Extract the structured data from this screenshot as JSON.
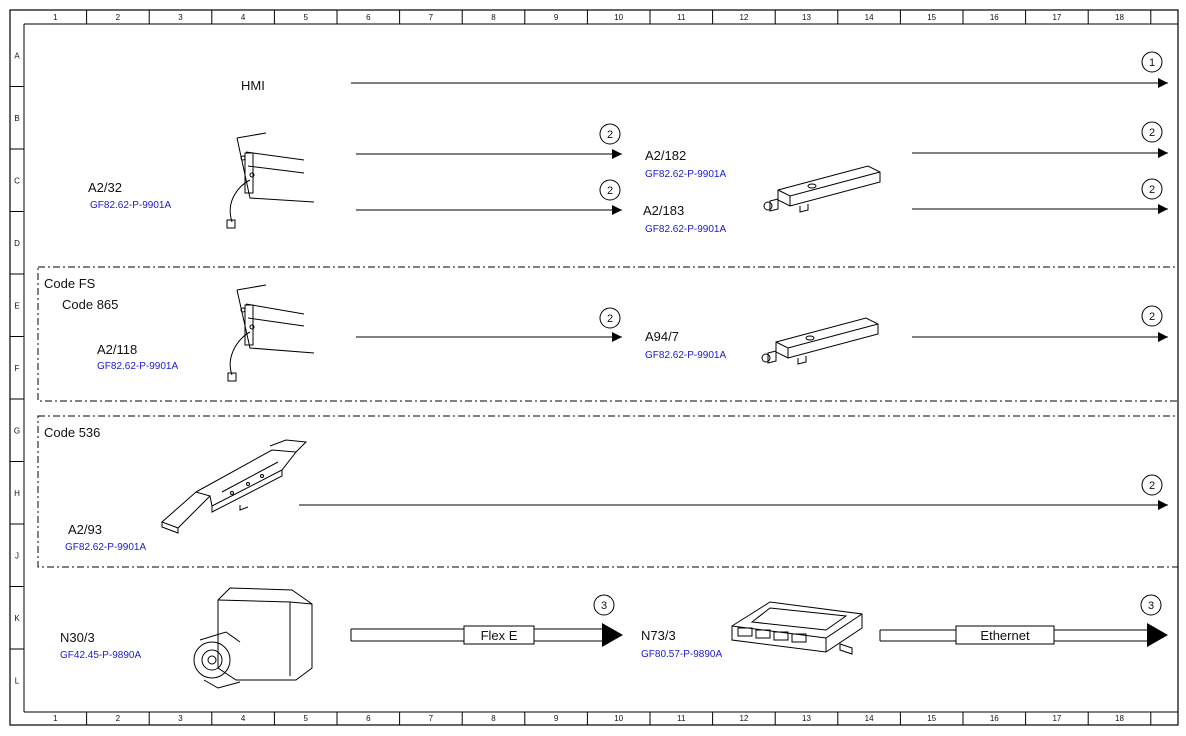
{
  "grid": {
    "columns": [
      "1",
      "2",
      "3",
      "4",
      "5",
      "6",
      "7",
      "8",
      "9",
      "10",
      "11",
      "12",
      "13",
      "14",
      "15",
      "16",
      "17",
      "18"
    ],
    "rows": [
      "A",
      "B",
      "C",
      "D",
      "E",
      "F",
      "G",
      "H",
      "J",
      "K",
      "L"
    ]
  },
  "labels": {
    "hmi": "HMI",
    "code_fs": "Code FS",
    "code_865": "Code 865",
    "code_536": "Code 536"
  },
  "components": {
    "a2_32": {
      "id": "A2/32",
      "ref": "GF82.62-P-9901A"
    },
    "a2_182": {
      "id": "A2/182",
      "ref": "GF82.62-P-9901A"
    },
    "a2_183": {
      "id": "A2/183",
      "ref": "GF82.62-P-9901A"
    },
    "a2_118": {
      "id": "A2/118",
      "ref": "GF82.62-P-9901A"
    },
    "a94_7": {
      "id": "A94/7",
      "ref": "GF82.62-P-9901A"
    },
    "a2_93": {
      "id": "A2/93",
      "ref": "GF82.62-P-9901A"
    },
    "n30_3": {
      "id": "N30/3",
      "ref": "GF42.45-P-9890A"
    },
    "n73_3": {
      "id": "N73/3",
      "ref": "GF80.57-P-9890A"
    }
  },
  "connectors": {
    "flex_e": "Flex E",
    "ethernet": "Ethernet"
  },
  "markers": {
    "one": "1",
    "two": "2",
    "three": "3"
  }
}
